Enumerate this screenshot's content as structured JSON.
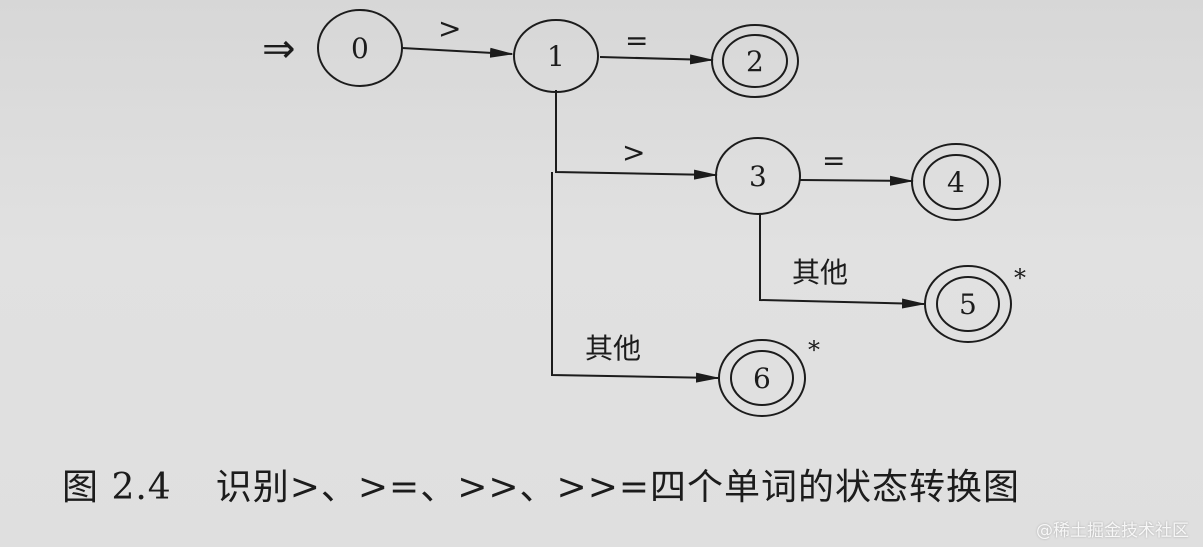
{
  "diagram": {
    "start_marker": "⇒",
    "states": [
      {
        "id": "0",
        "label": "0",
        "accepting": false,
        "star": false
      },
      {
        "id": "1",
        "label": "1",
        "accepting": false,
        "star": false
      },
      {
        "id": "2",
        "label": "2",
        "accepting": true,
        "star": false
      },
      {
        "id": "3",
        "label": "3",
        "accepting": false,
        "star": false
      },
      {
        "id": "4",
        "label": "4",
        "accepting": true,
        "star": false
      },
      {
        "id": "5",
        "label": "5",
        "accepting": true,
        "star": true
      },
      {
        "id": "6",
        "label": "6",
        "accepting": true,
        "star": true
      }
    ],
    "star_mark": "*",
    "edges": [
      {
        "from": "0",
        "to": "1",
        "label": ">"
      },
      {
        "from": "1",
        "to": "2",
        "label": "="
      },
      {
        "from": "1",
        "to": "3",
        "label": ">"
      },
      {
        "from": "3",
        "to": "4",
        "label": "="
      },
      {
        "from": "3",
        "to": "5",
        "label": "其他"
      },
      {
        "from": "1",
        "to": "6",
        "label": "其他"
      }
    ]
  },
  "caption": {
    "number": "图 2.4",
    "text": "识别>、>=、>>、>>=四个单词的状态转换图"
  },
  "watermark": "@稀土掘金技术社区"
}
